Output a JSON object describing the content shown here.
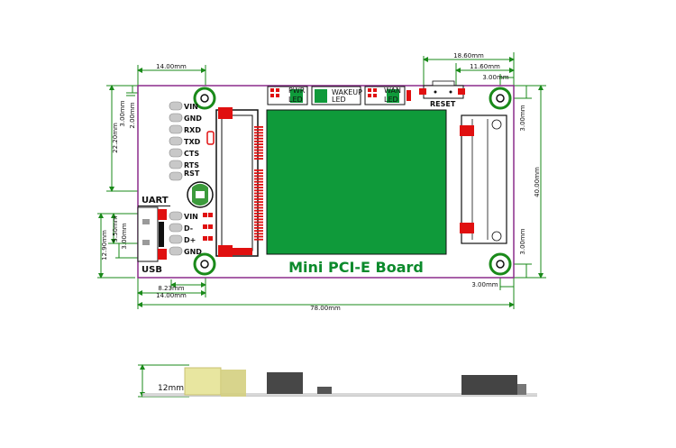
{
  "board": {
    "title": "Mini PCI-E Board",
    "uart_label": "UART",
    "usb_label": "USB",
    "reset_label": "RESET",
    "uart_pins": [
      "VIN",
      "GND",
      "RXD",
      "TXD",
      "CTS",
      "RTS"
    ],
    "rst_label": "RST",
    "usb_pins": [
      "VIN",
      "D-",
      "D+",
      "GND"
    ],
    "leds": [
      {
        "top": "PWR",
        "bottom": "LED"
      },
      {
        "top": "WAKEUP",
        "bottom": "LED"
      },
      {
        "top": "WAN",
        "bottom": "LED"
      }
    ]
  },
  "dimensions": {
    "top_14": "14.00mm",
    "top_1860": "18.60mm",
    "top_1160": "11.60mm",
    "right_top_3": "3.00mm",
    "left_2220": "22.20mm",
    "left_3": "3.00mm",
    "left_2": "2.00mm",
    "left_1290": "12.90mm",
    "left_550": "5.50mm",
    "left_usb_3": "3.00mm",
    "right_3_upper": "3.00mm",
    "right_40": "40.00mm",
    "right_3_lower": "3.00mm",
    "bottom_823": "8.23mm",
    "bottom_14": "14.00mm",
    "bottom_right_3": "3.00mm",
    "bottom_78": "78.00mm",
    "side_12": "12mm"
  },
  "colors": {
    "board_outline": "#8b2c8b",
    "dimension": "#1a8a1a",
    "module_green": "#0f9a3a",
    "pad_red": "#e01010",
    "title_green": "#0c8a2c"
  }
}
